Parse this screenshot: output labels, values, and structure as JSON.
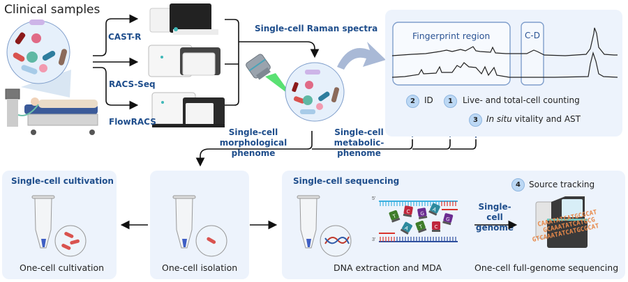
{
  "title": "Clinical samples",
  "instruments": [
    {
      "label": "CAST-R"
    },
    {
      "label": "RACS-Seq"
    },
    {
      "label": "FlowRACS"
    }
  ],
  "flow_labels": {
    "raman_spectra": "Single-cell Raman spectra",
    "morph_line1": "Single-cell",
    "morph_line2": "morphological phenome",
    "metab_line1": "Single-cell",
    "metab_line2": "metabolic-phenome",
    "genome_line1": "Single-cell",
    "genome_line2": "genome"
  },
  "spectra_panel": {
    "fingerprint_label": "Fingerprint region",
    "cd_label": "C-D",
    "applications": [
      {
        "number": "2",
        "label": "ID"
      },
      {
        "number": "1",
        "label": "Live- and total-cell counting"
      },
      {
        "number": "3",
        "label_italic": "In situ",
        "label": " vitality and AST"
      }
    ]
  },
  "panels": {
    "cultivation": {
      "title": "Single-cell cultivation",
      "caption": "One-cell cultivation"
    },
    "isolation": {
      "caption": "One-cell isolation"
    },
    "sequencing": {
      "title": "Single-cell sequencing",
      "dna_caption": "DNA extraction and MDA",
      "genome_caption": "One-cell full-genome sequencing",
      "source_number": "4",
      "source_label": "Source tracking",
      "strand_5": "5'",
      "strand_3": "3'",
      "nucleotides": [
        "T",
        "C",
        "G",
        "A",
        "A",
        "T",
        "C",
        "G"
      ],
      "sequence_lines": [
        "CAAATATCATGCGCAT",
        "GCAAATATCATGCG",
        "GTCAAATATCATGCGCAT"
      ]
    }
  },
  "colors": {
    "accent_blue": "#1f4e8c",
    "panel_bg": "#edf3fc",
    "badge_bg": "#bcd8f4",
    "sequence_orange": "#e8894a"
  }
}
